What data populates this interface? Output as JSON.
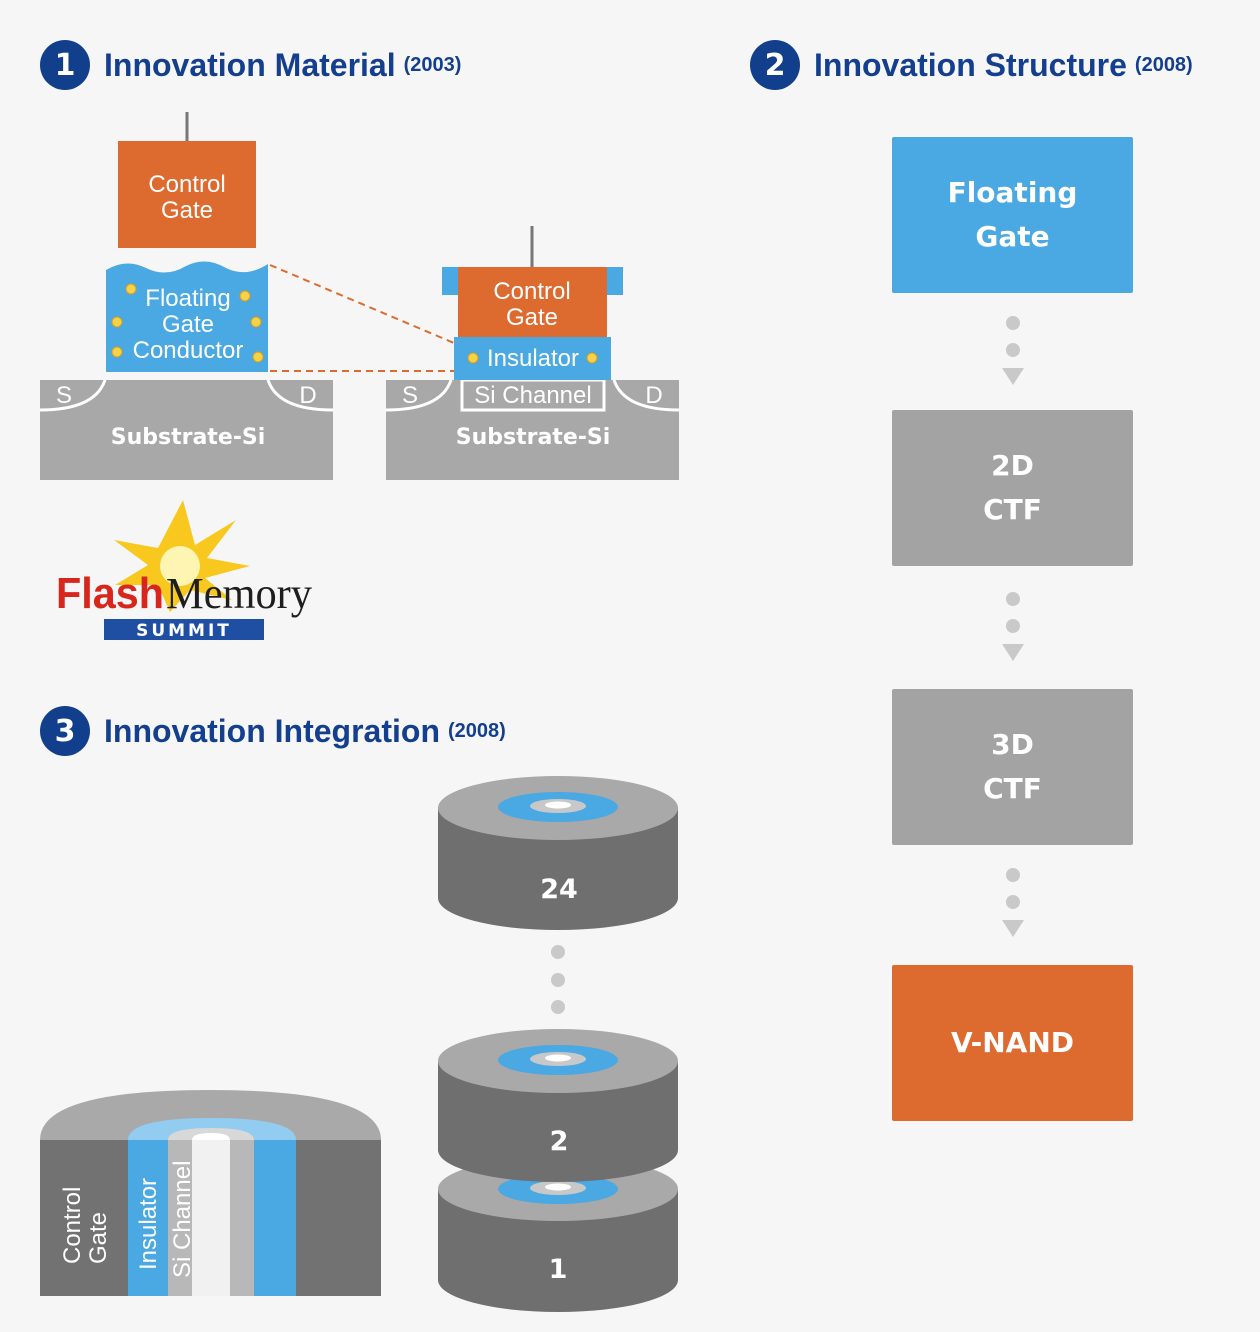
{
  "sections": [
    {
      "number": "1",
      "title": "Innovation Material",
      "year": "(2003)"
    },
    {
      "number": "2",
      "title": "Innovation Structure",
      "year": "(2008)"
    },
    {
      "number": "3",
      "title": "Innovation Integration",
      "year": "(2008)"
    }
  ],
  "left_cell": {
    "control_gate": "Control\nGate",
    "floating_gate": [
      "Floating",
      "Gate",
      "Conductor"
    ],
    "source": "S",
    "drain": "D",
    "substrate": "Substrate-Si"
  },
  "right_cell": {
    "control_gate": "Control\nGate",
    "insulator": "Insulator",
    "si_channel": "Si Channel",
    "source": "S",
    "drain": "D",
    "substrate": "Substrate-Si"
  },
  "logo": {
    "flash": "Flash",
    "memory": "Memory",
    "summit": "SUMMIT"
  },
  "flow": [
    {
      "label": "Floating\nGate",
      "color": "#4aa8e2"
    },
    {
      "label": "2D\nCTF",
      "color": "#a3a3a3"
    },
    {
      "label": "3D\nCTF",
      "color": "#a3a3a3"
    },
    {
      "label": "V-NAND",
      "color": "#dd6b30"
    }
  ],
  "cutaway": {
    "control_gate": "Control\nGate",
    "insulator": "Insulator",
    "si_channel": "Si Channel"
  },
  "stack_layers": [
    "24",
    "2",
    "1"
  ],
  "colors": {
    "navy": "#143f8e",
    "orange": "#dd6b30",
    "blue": "#4aa8e2",
    "gray": "#a3a3a3",
    "dark_gray": "#6f6f6f"
  }
}
